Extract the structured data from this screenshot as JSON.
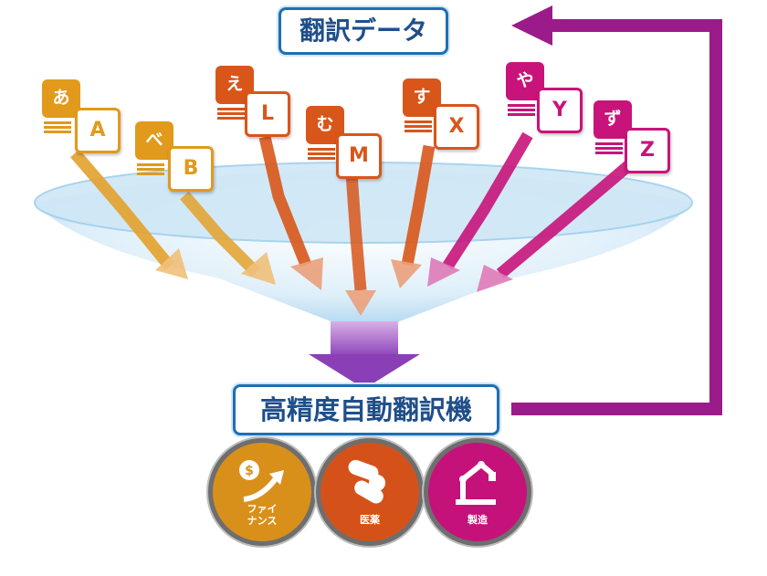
{
  "top_label": "翻訳データ",
  "bottom_label": "高精度自動翻訳機",
  "pairs": [
    {
      "source": "あ",
      "target": "A",
      "color": "#e19a1c"
    },
    {
      "source": "べ",
      "target": "B",
      "color": "#e19a1c"
    },
    {
      "source": "え",
      "target": "L",
      "color": "#d8561a"
    },
    {
      "source": "む",
      "target": "M",
      "color": "#d8561a"
    },
    {
      "source": "す",
      "target": "X",
      "color": "#d8561a"
    },
    {
      "source": "や",
      "target": "Y",
      "color": "#c8147a"
    },
    {
      "source": "ず",
      "target": "Z",
      "color": "#c8147a"
    }
  ],
  "domains": [
    {
      "label": "ファイ\nナンス",
      "icon": "finance-icon",
      "color": "#d9901b"
    },
    {
      "label": "医薬",
      "icon": "pills-icon",
      "color": "#d4521a"
    },
    {
      "label": "製造",
      "icon": "robot-arm-icon",
      "color": "#c5127a"
    }
  ],
  "colors": {
    "feedback_arrow": "#9c1b8a",
    "funnel": "#bfe0f3",
    "label_border": "#1f6fb0"
  }
}
